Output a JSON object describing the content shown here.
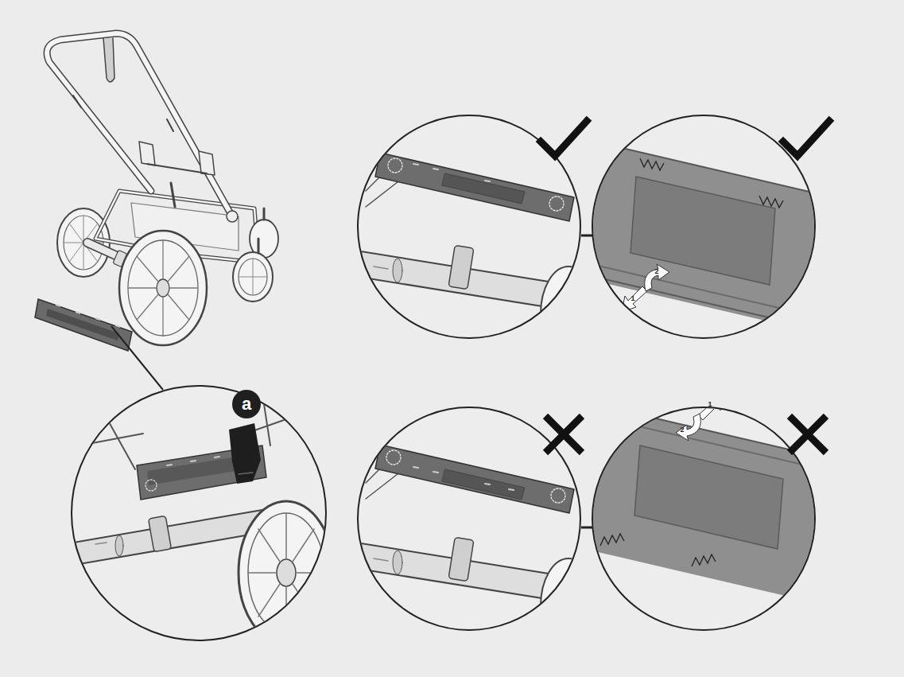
{
  "diagram": {
    "nodes": [
      {
        "text": [
          "a"
        ]
      }
    ],
    "labels": [
      "2",
      "1",
      "1",
      "2"
    ]
  }
}
